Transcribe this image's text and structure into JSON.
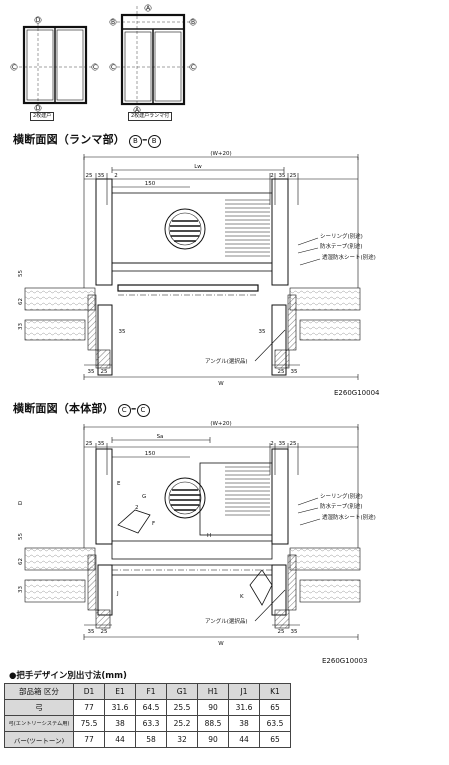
{
  "thumbnails": {
    "left": {
      "label": "2枚建戸",
      "markers": [
        "D",
        "C",
        "C",
        "D"
      ]
    },
    "right": {
      "label": "2枚建戸ランマ付",
      "markers": [
        "A",
        "B",
        "B",
        "C",
        "C",
        "A"
      ]
    }
  },
  "section_top": {
    "title": "横断面図（ランマ部）",
    "title_markers": [
      "B",
      "B"
    ],
    "code": "E260G10004",
    "dims": {
      "overall": "(W+20)",
      "inner": "Lw",
      "left_pair": [
        "25",
        "35"
      ],
      "right_pair": [
        "2",
        "35",
        "25"
      ],
      "small": "2",
      "louver": "150",
      "left_side": [
        "55",
        "62",
        "33"
      ],
      "bottom_pair": [
        "35",
        "25"
      ],
      "bottom_right": [
        "25",
        "35"
      ],
      "bottom_mid": "35",
      "bottom_mid2": "35",
      "bottom_w": "W"
    },
    "callouts": [
      "シーリング(別途)",
      "防水テープ(別途)",
      "透湿防水シート(別途)",
      "アングル(選択品)"
    ]
  },
  "section_bottom": {
    "title": "横断面図（本体部）",
    "title_markers": [
      "C",
      "C"
    ],
    "code": "E260G10003",
    "dims": {
      "overall": "(W+20)",
      "inner": "Sa",
      "left_pair": [
        "25",
        "35"
      ],
      "right_pair": [
        "2",
        "35",
        "25"
      ],
      "louver": "150",
      "small": "2",
      "left_side": [
        "D",
        "55",
        "62",
        "33"
      ],
      "letters": [
        "E",
        "G",
        "F",
        "H",
        "J",
        "K"
      ],
      "bottom_pair": [
        "35",
        "25"
      ],
      "bottom_right": [
        "25",
        "35"
      ],
      "bottom_w": "W"
    },
    "callouts": [
      "シーリング(別途)",
      "防水テープ(別途)",
      "透湿防水シート(別途)",
      "アングル(選択品)"
    ]
  },
  "table": {
    "title": "●把手デザイン別出寸法(mm)",
    "header": [
      "部品箱 区分",
      "D1",
      "E1",
      "F1",
      "G1",
      "H1",
      "J1",
      "K1"
    ],
    "rows": [
      {
        "label": "弓",
        "values": [
          "77",
          "31.6",
          "64.5",
          "25.5",
          "90",
          "31.6",
          "65"
        ]
      },
      {
        "label": "弓(エントリーシステム用)",
        "values": [
          "75.5",
          "38",
          "63.3",
          "25.2",
          "88.5",
          "38",
          "63.5"
        ]
      },
      {
        "label": "バー(ツートーン)",
        "values": [
          "77",
          "44",
          "58",
          "32",
          "90",
          "44",
          "65"
        ]
      }
    ]
  },
  "colors": {
    "line": "#111111",
    "hatch": "#444444",
    "wood": "#cfcfcf"
  }
}
